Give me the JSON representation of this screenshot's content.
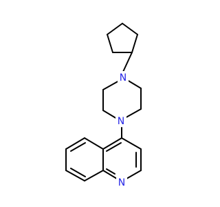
{
  "molecule": {
    "atoms": [
      {
        "id": "n_pip_top",
        "label": "N",
        "color": "#2424e6"
      },
      {
        "id": "n_pip_bottom",
        "label": "N",
        "color": "#2424e6"
      },
      {
        "id": "n_quin",
        "label": "N",
        "color": "#2424e6"
      }
    ],
    "bond_color": "#000000",
    "fragments": [
      "cyclopentyl",
      "piperazine",
      "quinoline"
    ]
  }
}
